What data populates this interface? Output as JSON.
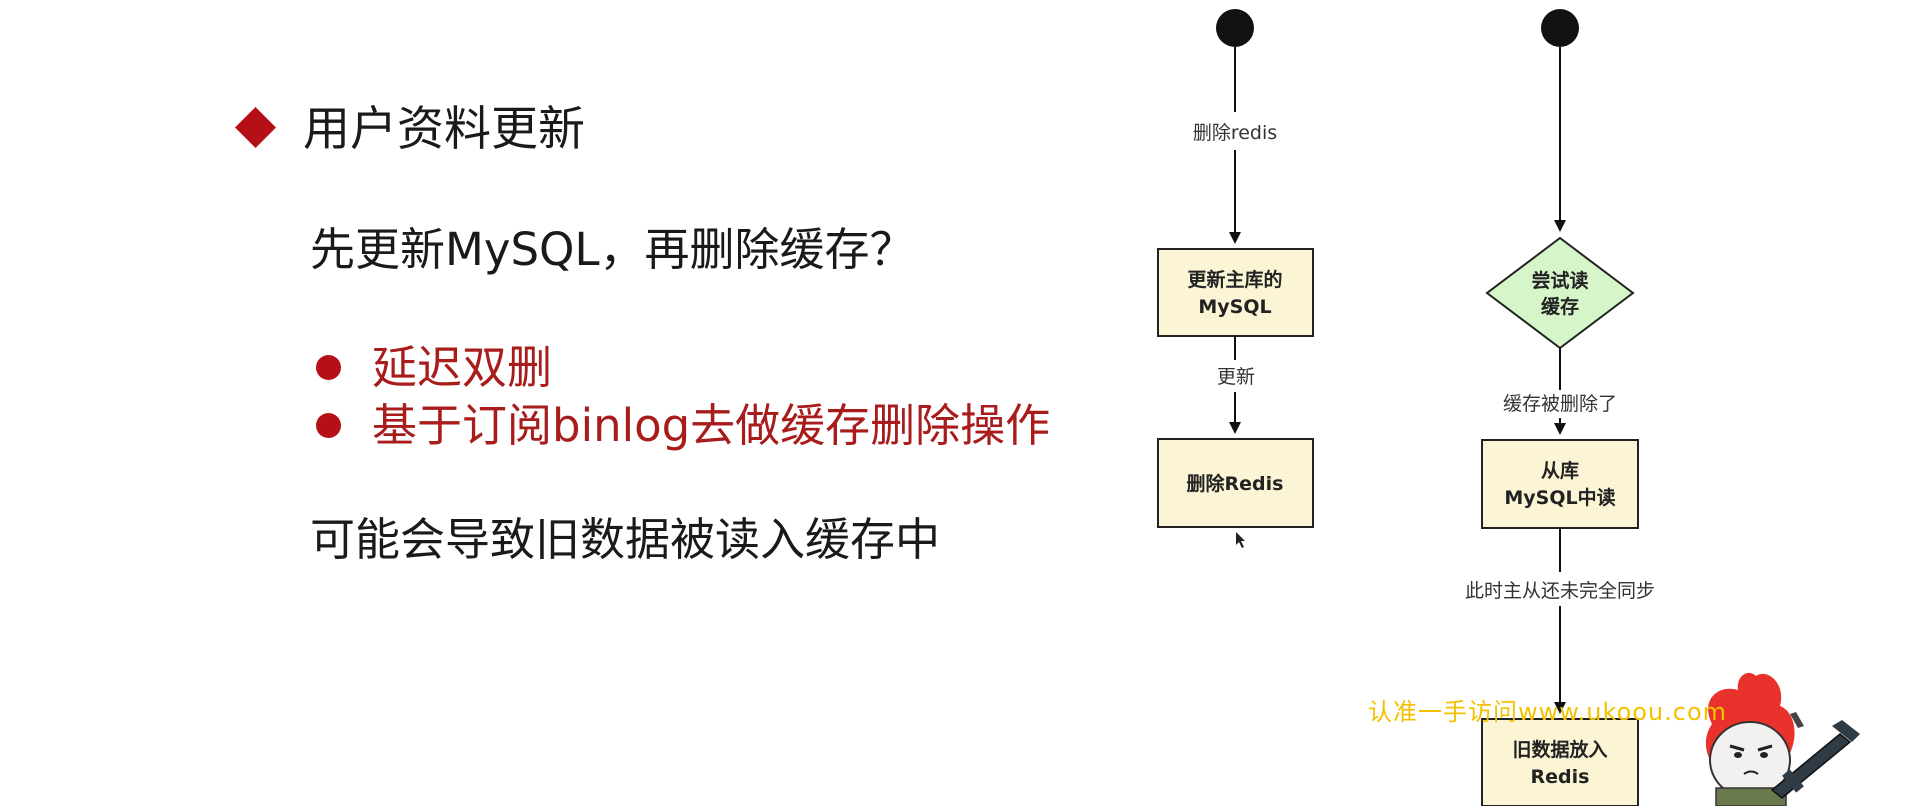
{
  "slide": {
    "heading": "用户资料更新",
    "question": "先更新MySQL，再删除缓存？",
    "bullets": [
      "延迟双删",
      "基于订阅binlog去做缓存删除操作"
    ],
    "consequence": "可能会导致旧数据被读入缓存中"
  },
  "flow_left": {
    "edge_delete_redis": "删除redis",
    "node_update_mysql": [
      "更新主库的",
      "MySQL"
    ],
    "edge_update": "更新",
    "node_delete_redis": "删除Redis"
  },
  "flow_right": {
    "decision_try_read": [
      "尝试读",
      "缓存"
    ],
    "edge_cache_deleted": "缓存被删除了",
    "node_read_slave": [
      "从库",
      "MySQL中读"
    ],
    "edge_not_synced": "此时主从还未完全同步",
    "node_old_data": [
      "旧数据放入",
      "Redis"
    ]
  },
  "watermark": "认准一手访问www.ukoou.com",
  "colors": {
    "accent_red": "#b50f17",
    "box_fill": "#fbf5d5",
    "decision_fill": "#d6f5c9",
    "watermark": "#f2c200"
  },
  "icons": [
    "diamond-bullet-icon",
    "round-bullet-icon",
    "mascot-icon",
    "mouse-cursor-icon"
  ]
}
